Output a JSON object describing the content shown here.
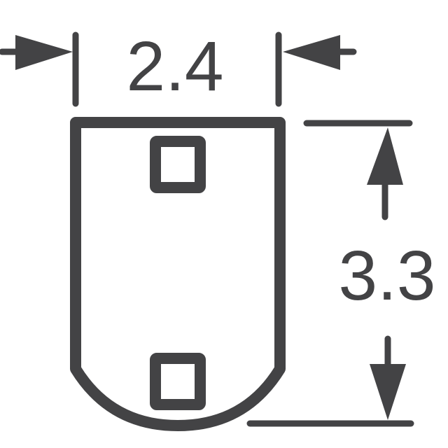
{
  "diagram": {
    "type": "package-dimension-drawing",
    "stroke_color": "#434345",
    "background": "#ffffff",
    "width_dimension": {
      "label": "2.4"
    },
    "height_dimension": {
      "label": "3.3"
    },
    "body": {
      "shape": "rectangle-with-rounded-bottom",
      "pads": 2
    }
  }
}
